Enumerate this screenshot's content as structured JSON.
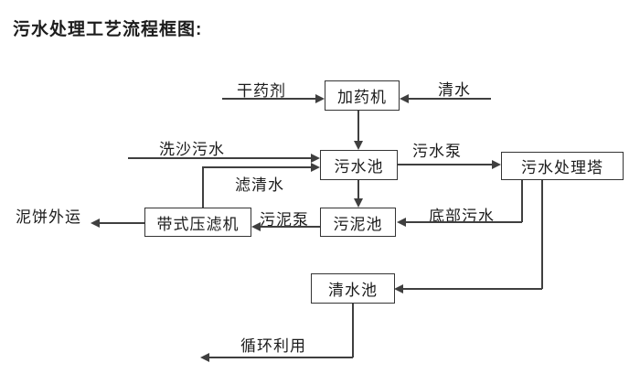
{
  "title": "污水处理工艺流程框图:",
  "nodes": {
    "dosing_machine": "加药机",
    "sewage_pool": "污水池",
    "treatment_tower": "污水处理塔",
    "sludge_pool": "污泥池",
    "belt_filter_press": "带式压滤机",
    "clean_water_pool": "清水池"
  },
  "edge_labels": {
    "dry_agent": "干药剂",
    "clean_water": "清水",
    "sand_washing_sewage": "洗沙污水",
    "filtered_water": "滤清水",
    "sewage_pump": "污水泵",
    "sludge_pump": "污泥泵",
    "mud_cake_transport": "泥饼外运",
    "bottom_sewage": "底部污水",
    "recycling": "循环利用"
  },
  "colors": {
    "line": "#3f3f3f",
    "text": "#1c1c1c",
    "background": "#ffffff"
  }
}
